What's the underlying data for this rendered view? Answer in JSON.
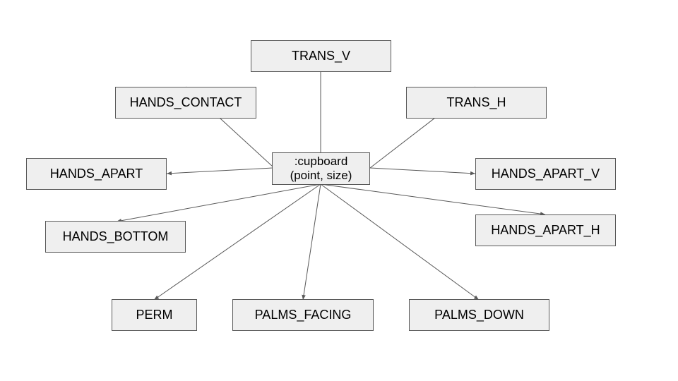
{
  "diagram": {
    "center": {
      "line1": ":cupboard",
      "line2": "(point, size)"
    },
    "nodes": {
      "trans_v": "TRANS_V",
      "hands_contact": "HANDS_CONTACT",
      "trans_h": "TRANS_H",
      "hands_apart": "HANDS_APART",
      "hands_apart_v": "HANDS_APART_V",
      "hands_bottom": "HANDS_BOTTOM",
      "hands_apart_h": "HANDS_APART_H",
      "perm": "PERM",
      "palms_facing": "PALMS_FACING",
      "palms_down": "PALMS_DOWN"
    },
    "colors": {
      "box_fill": "#efefef",
      "box_border": "#595959",
      "edge": "#595959"
    }
  }
}
